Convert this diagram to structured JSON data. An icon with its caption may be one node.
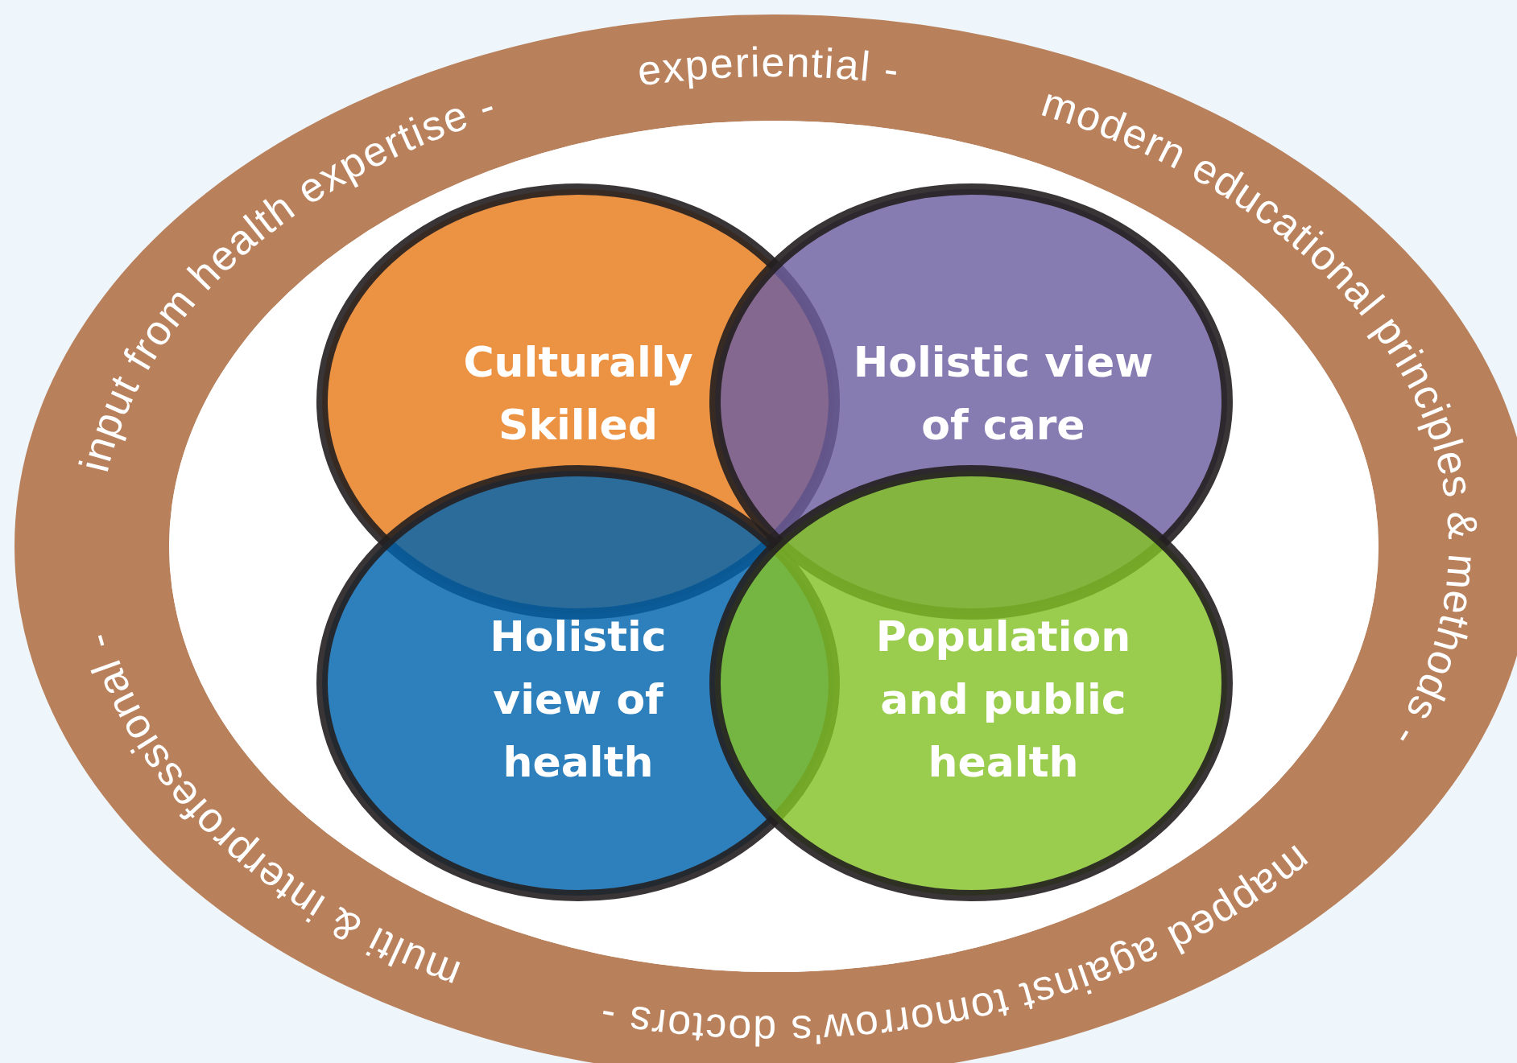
{
  "diagram": {
    "nodes": [
      {
        "text": [
          "input from health expertise -",
          "experiential -",
          "modern educational principles & methods -",
          "mapped against tomorrow's doctors -",
          "multi & interprofessional -"
        ]
      },
      {
        "text": [
          "Culturally Skilled"
        ],
        "in": 0
      },
      {
        "text": [
          "Holistic view of care"
        ],
        "in": 0
      },
      {
        "text": [
          "Holistic view of health"
        ],
        "in": 0
      },
      {
        "text": [
          "Population and public health"
        ],
        "in": 0
      }
    ]
  }
}
